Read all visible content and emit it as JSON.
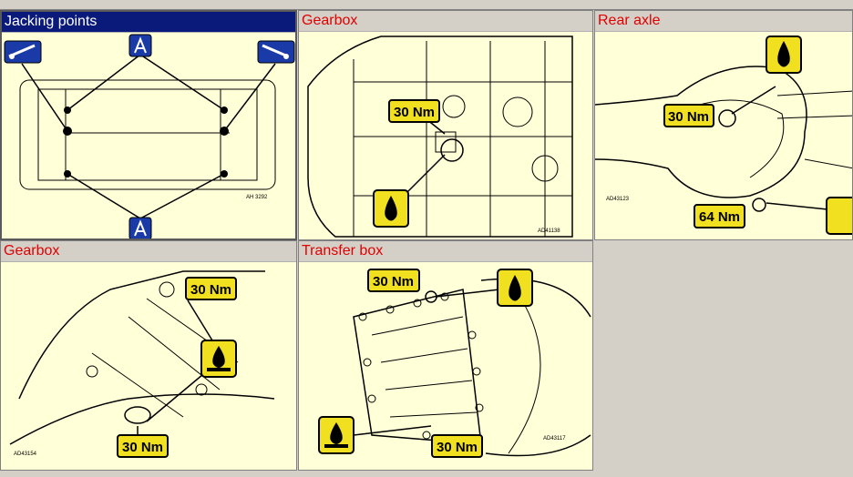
{
  "panels": [
    {
      "title": "Jacking points",
      "ref": "AΗ 3292"
    },
    {
      "title": "Gearbox",
      "ref": "AD41138",
      "torque": "30 Nm"
    },
    {
      "title": "Rear axle",
      "ref": "AD43123",
      "torque_top": "30 Nm",
      "torque_bottom": "64 Nm"
    },
    {
      "title": "Gearbox",
      "ref": "AD43154",
      "torque_top": "30 Nm",
      "torque_bottom": "30 Nm"
    },
    {
      "title": "Transfer box",
      "ref": "AD43117",
      "torque_top": "30 Nm",
      "torque_bottom": "30 Nm"
    }
  ],
  "colors": {
    "title_red": "#e00000",
    "selected_header": "#0a1a7a",
    "panel_bg": "#ffffd8",
    "callout_yellow": "#f0e020",
    "badge_blue": "#1a3aa8"
  },
  "icons": [
    "jack-icon",
    "lift-arm-icon",
    "oil-drop-icon",
    "oil-fill-icon"
  ]
}
